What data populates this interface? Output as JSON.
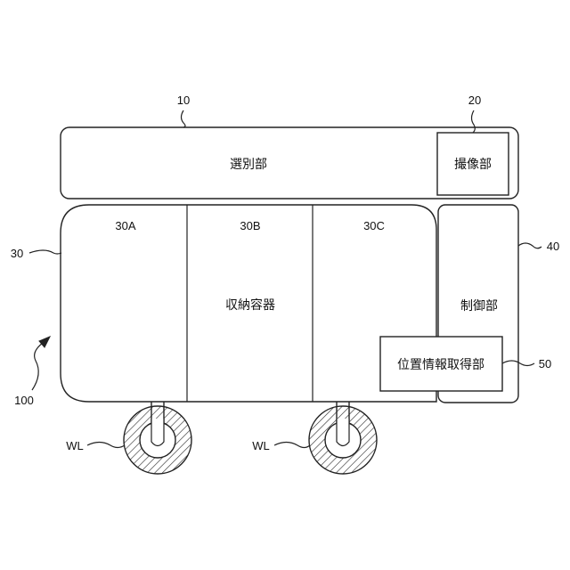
{
  "labels": {
    "sorting_unit": "選別部",
    "imaging_unit": "撮像部",
    "containers": "収納容器",
    "control_unit": "制御部",
    "position_unit": "位置情報取得部"
  },
  "refs": {
    "r10": "10",
    "r20": "20",
    "r30": "30",
    "r30a": "30A",
    "r30b": "30B",
    "r30c": "30C",
    "r40": "40",
    "r50": "50",
    "r100": "100",
    "wl_left": "WL",
    "wl_right": "WL"
  }
}
